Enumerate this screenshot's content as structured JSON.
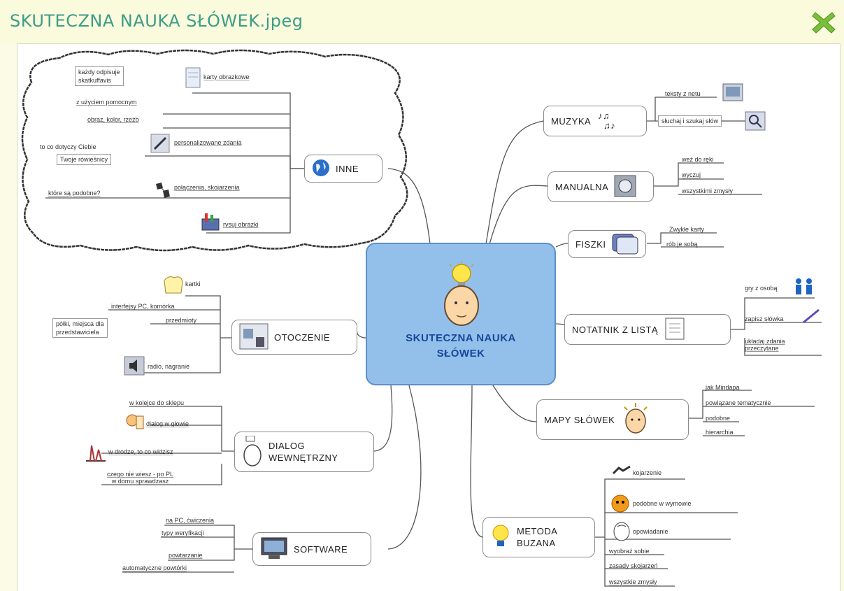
{
  "window": {
    "title": "SKUTECZNA NAUKA SŁÓWEK.jpeg",
    "close_icon": "close-x-icon",
    "accent": "#7bbf3a"
  },
  "center": {
    "title": "SKUTECZNA NAUKA\nSŁÓWEK",
    "icon": "head-lightbulb-icon",
    "color": "#93c0ea"
  },
  "branches": {
    "inne": {
      "label": "INNE",
      "icon": "globe-icon",
      "leaves": {
        "karty": "karty obrazkowe",
        "kazdy": "każdy odpisuje\nskatkuffavis",
        "zuzycie": "z użyciem pomocnym",
        "obraz": "obraz, kolor, rzeźb",
        "personalizowane": "personalizowane zdania",
        "cokolwiek": "to co dotyczy Ciebie",
        "twoje": "Twoje rówieśnicy",
        "polaczenia": "połączenia, skojarzenia",
        "ktore": "które są podobne?",
        "rysuj": "rysuj obrazki"
      }
    },
    "otoczenie": {
      "label": "OTOCZENIE",
      "icon": "room-icon",
      "leaves": {
        "kartki": "kartki",
        "interfejsy": "interfejsy PC, komórka",
        "przedmioty": "przedmioty",
        "pulki": "półki, miejsca dla\nprzedstawiciela",
        "radio": "radio, nagranie"
      }
    },
    "dialog": {
      "label": "DIALOG\nWEWNĘTRZNY",
      "icon": "head-thinking-icon",
      "leaves": {
        "w_kolejce": "w kolejce do sklepu",
        "dialog": "dialog w głowie",
        "w_drodze": "w drodze, to co widzisz",
        "czego": "czego nie wiesz - po PL\nw domu sprawdzasz"
      }
    },
    "software": {
      "label": "SOFTWARE",
      "icon": "computer-icon",
      "leaves": {
        "na_pc": "na PC, ćwiczenia",
        "typy": "typy weryfikacji",
        "powtarzanie": "powtarzanie",
        "automatyczne": "automatyczne powtórki"
      }
    },
    "muzyka": {
      "label": "MUZYKA",
      "icon": "music-notes-icon",
      "leaves": {
        "teksty": "teksty z netu",
        "sluchaj": "słuchaj i szukaj słów"
      }
    },
    "manualna": {
      "label": "MANUALNA",
      "icon": "hand-icon",
      "leaves": {
        "weź": "weź do ręki",
        "wyczuj": "wyczuj",
        "wszystkie": "wszystkimi zmysły"
      }
    },
    "fiszki": {
      "label": "FISZKI",
      "icon": "flashcards-icon",
      "leaves": {
        "zwykle": "Zwykłe karty",
        "rob": "rób je sobą"
      }
    },
    "notatnik": {
      "label": "NOTATNIK Z LISTĄ",
      "icon": "notebook-icon",
      "leaves": {
        "gry": "gry z osobą",
        "zapisz": "zapisz słówka",
        "uklada": "układaj zdania\nprzeczytane"
      }
    },
    "mapy": {
      "label": "MAPY SŁÓWEK",
      "icon": "head-map-icon",
      "leaves": {
        "jak": "jak Mindapa",
        "powiazane": "powiązane tematycznie",
        "podobne": "podobne",
        "hierarchia": "hierarchia"
      }
    },
    "metoda": {
      "label": "METODA\nBUZANA",
      "icon": "lightbulb-icon",
      "leaves": {
        "kojarzenie": "kojarzenie",
        "podobne_brzmienie": "podobne w wymowie",
        "opowiadanie": "opowiadanie",
        "wyobraz": "wyobraź sobie",
        "zasady": "zasady skojarzeń",
        "wszystkie": "wszystkie zmysły"
      }
    }
  }
}
